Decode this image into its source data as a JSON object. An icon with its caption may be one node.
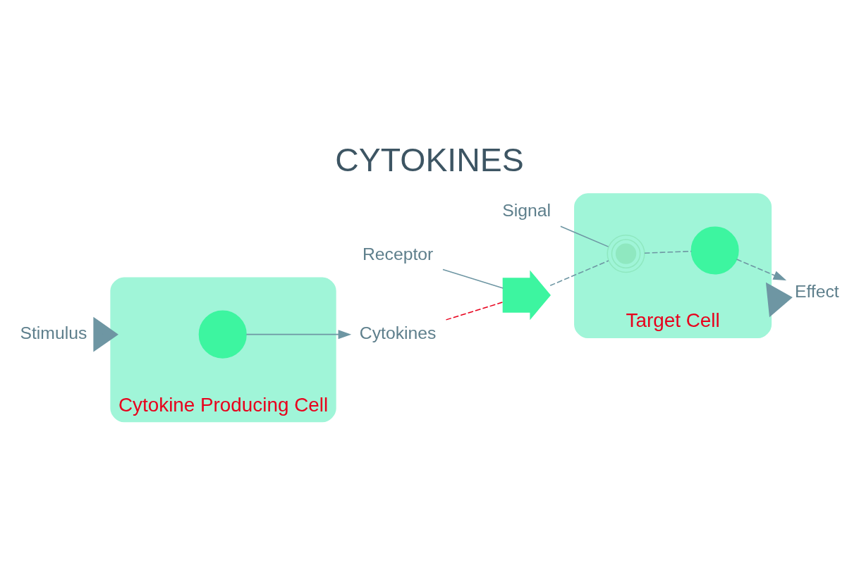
{
  "diagram": {
    "title": "CYTOKINES",
    "nodes": [
      {
        "text": [
          "Cytokine Producing Cell"
        ]
      },
      {
        "text": [],
        "shape": "circle",
        "in": 0
      },
      {
        "text": [
          "Stimulus"
        ]
      },
      {
        "text": [
          "Cytokines"
        ]
      },
      {
        "text": [
          "Target Cell"
        ]
      },
      {
        "text": [],
        "shape": "circle",
        "in": 4
      },
      {
        "text": [
          "Receptor"
        ]
      },
      {
        "text": [],
        "shape": "picture"
      },
      {
        "text": [
          "Signal"
        ]
      },
      {
        "text": [],
        "shape": "circle",
        "in": 4
      },
      {
        "text": [
          "Effect"
        ]
      }
    ],
    "edges": [
      {
        "from": 2,
        "to": 0,
        "arrow": "to",
        "style": "thick"
      },
      {
        "from": 1,
        "to": 3,
        "arrow": "to"
      },
      {
        "from": 3,
        "to": 7,
        "arrow": "none",
        "style": "dashed",
        "color": "#e8001c"
      },
      {
        "from": 6,
        "to": 7,
        "arrow": "none"
      },
      {
        "from": 8,
        "to": 5,
        "arrow": "none"
      },
      {
        "from": 7,
        "to": 5,
        "arrow": "none",
        "style": "dashed"
      },
      {
        "from": 5,
        "to": 9,
        "arrow": "none",
        "style": "dashed"
      },
      {
        "from": 9,
        "to": 10,
        "arrow": "to",
        "style": "dashed"
      },
      {
        "from": 4,
        "to": 10,
        "arrow": "to",
        "style": "thick"
      }
    ]
  }
}
